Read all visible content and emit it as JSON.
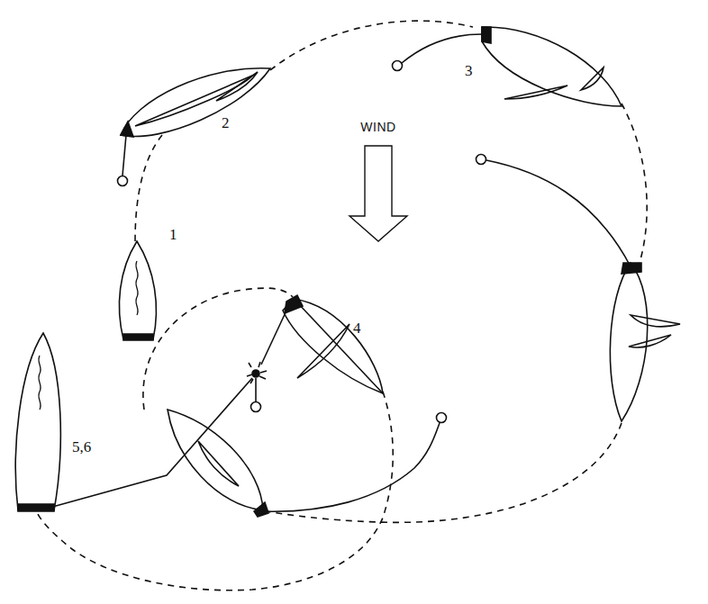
{
  "diagram": {
    "labels": [
      "1",
      "2",
      "3",
      "4",
      "5,6",
      "WIND"
    ]
  }
}
